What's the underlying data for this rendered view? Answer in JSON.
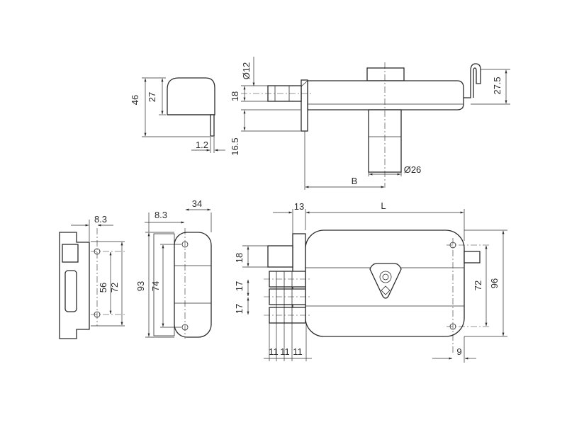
{
  "views": {
    "cylinder_cap": {
      "height_total": "46",
      "height_face": "27",
      "thickness": "1.2"
    },
    "side_view": {
      "bolt_dia": "Ø12",
      "bolt_h": "18",
      "cyl_offset": "16.5",
      "cyl_dia": "Ø26",
      "backset": "B",
      "hook_h": "27.5"
    },
    "strike_plate": {
      "offset": "8.3",
      "holes_inner": "56",
      "holes_outer": "72"
    },
    "strike_box": {
      "offset": "8.3",
      "depth": "34",
      "height": "93",
      "holes": "74"
    },
    "front_view": {
      "front_w": "13",
      "length": "L",
      "bolt_top": "18",
      "bolt_pitch_1": "17",
      "bolt_pitch_2": "17",
      "holes_v": "72",
      "height": "96",
      "bolt_w_1": "11",
      "bolt_w_2": "11",
      "bolt_w_3": "11",
      "hole_edge": "9"
    }
  }
}
